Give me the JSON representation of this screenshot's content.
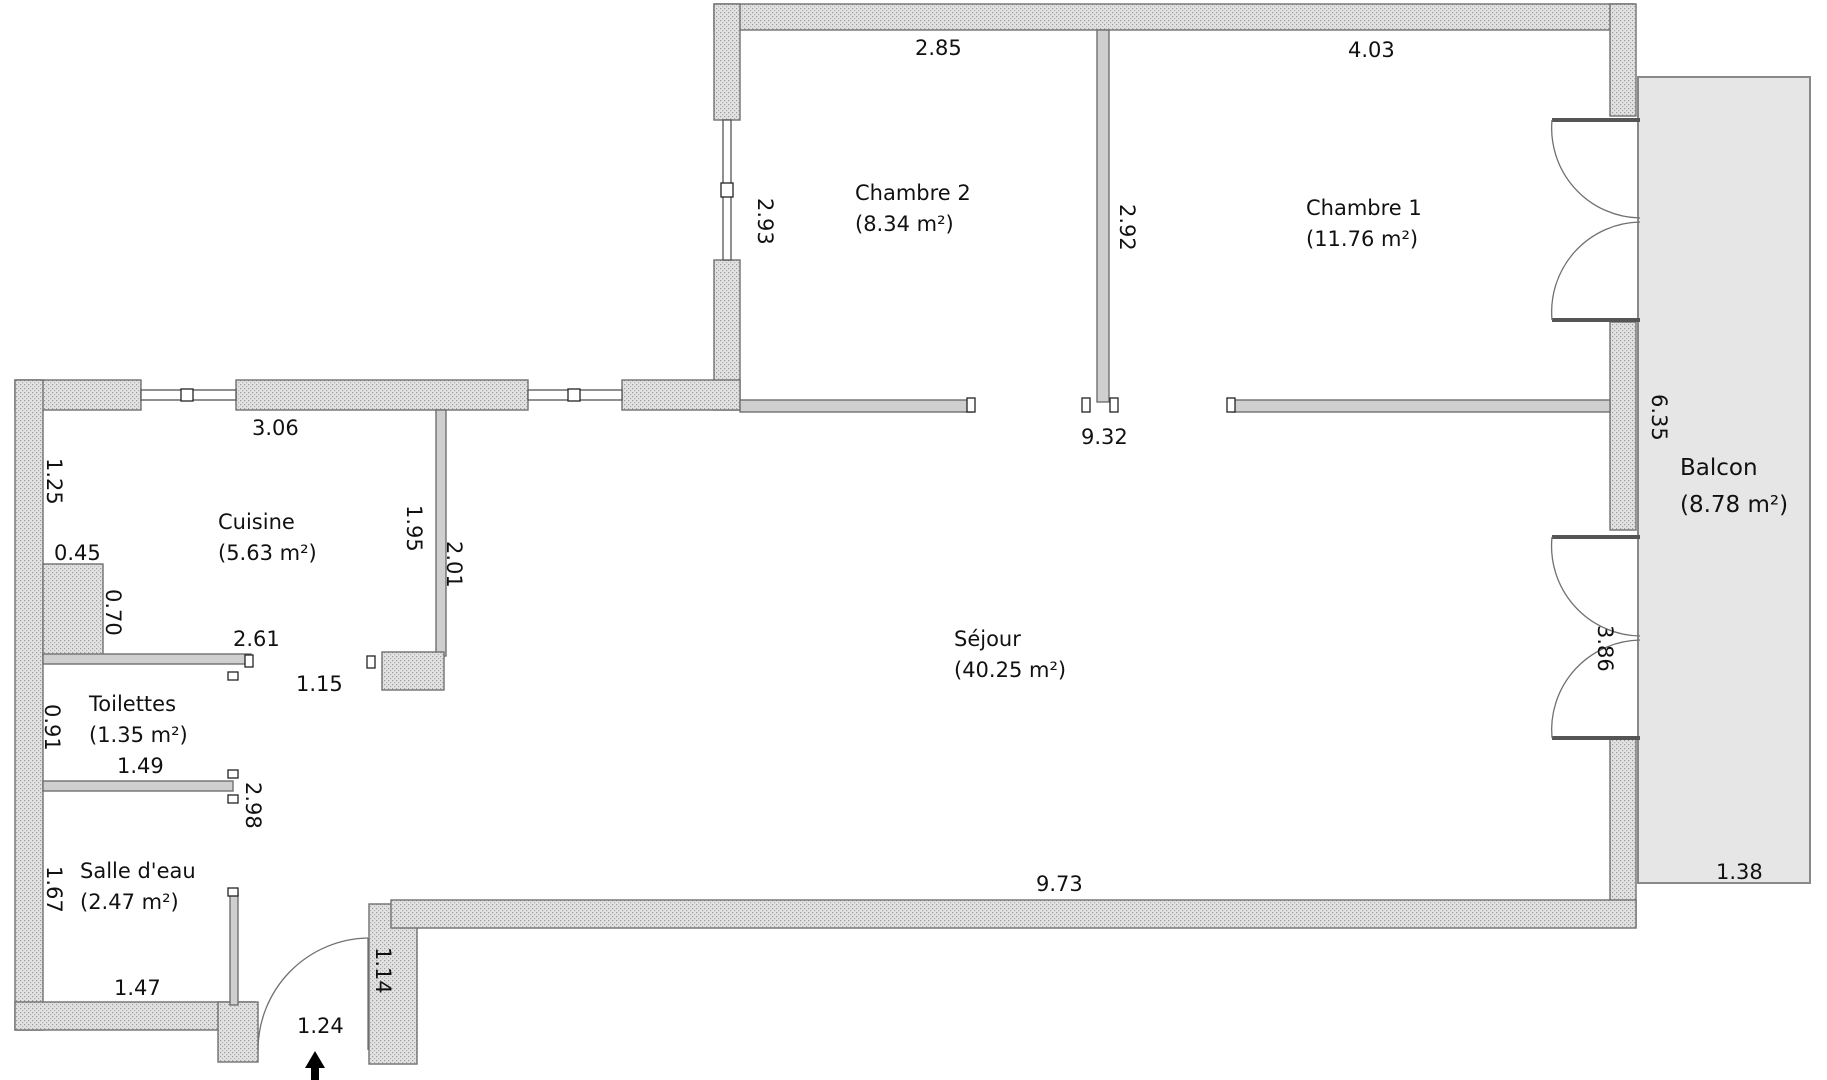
{
  "rooms": [
    {
      "name": "Chambre 2",
      "area": "(8.34 m²)"
    },
    {
      "name": "Chambre 1",
      "area": "(11.76 m²)"
    },
    {
      "name": "Cuisine",
      "area": "(5.63 m²)"
    },
    {
      "name": "Toilettes",
      "area": "(1.35 m²)"
    },
    {
      "name": "Salle d'eau",
      "area": "(2.47 m²)"
    },
    {
      "name": "Séjour",
      "area": "(40.25 m²)"
    },
    {
      "name": "Balcon",
      "area": "(8.78 m²)"
    }
  ],
  "dimensions": [
    "2.85",
    "4.03",
    "2.93",
    "2.92",
    "9.32",
    "6.35",
    "3.06",
    "1.25",
    "1.95",
    "2.01",
    "0.45",
    "0.70",
    "2.61",
    "1.15",
    "0.91",
    "1.49",
    "2.98",
    "1.67",
    "1.47",
    "1.24",
    "1.14",
    "9.73",
    "3.86",
    "1.38"
  ]
}
